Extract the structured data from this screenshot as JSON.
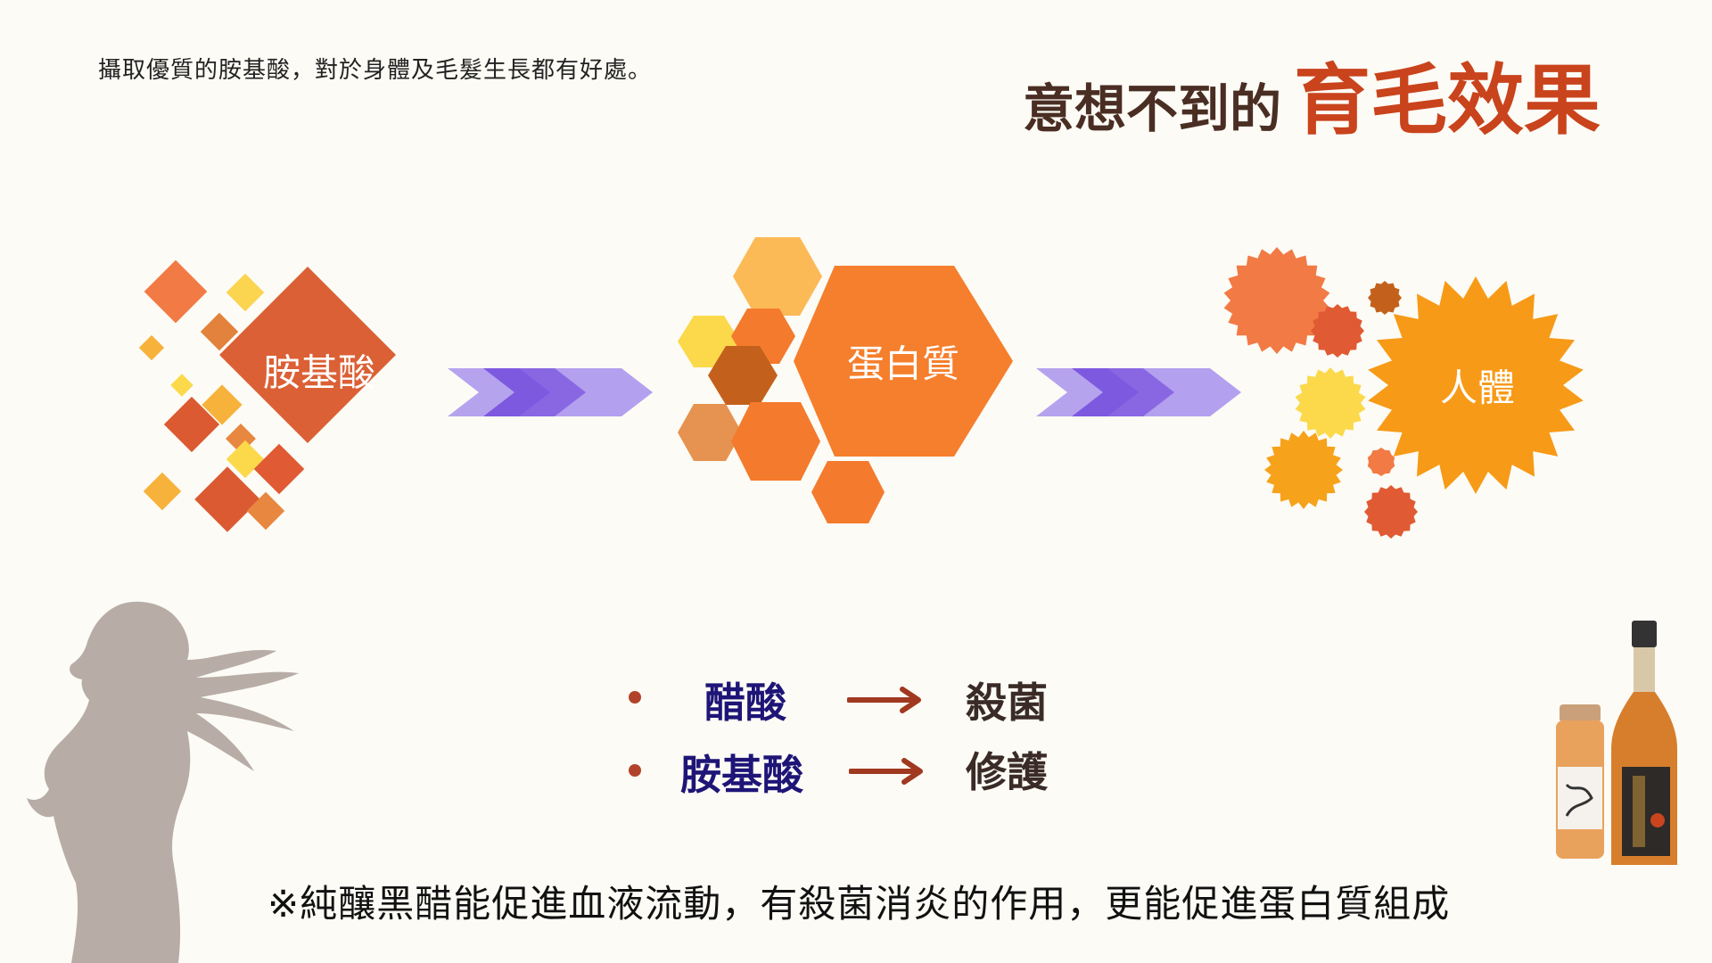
{
  "intro_text": "攝取優質的胺基酸，對於身體及毛髮生長都有好處。",
  "headline": {
    "prefix": "意想不到的",
    "emphasis": "育毛效果"
  },
  "flow": {
    "nodes": [
      {
        "label": "胺基酸",
        "color": "#db6035"
      },
      {
        "label": "蛋白質",
        "color": "#f57f2d"
      },
      {
        "label": "人體",
        "color": "#f79a17"
      }
    ],
    "arrow_color": "#7a5ad8"
  },
  "effects": [
    {
      "substance": "醋酸",
      "effect": "殺菌"
    },
    {
      "substance": "胺基酸",
      "effect": "修護"
    }
  ],
  "footnote": "※純釀黑醋能促進血液流動，有殺菌消炎的作用，更能促進蛋白質組成",
  "colors": {
    "headline_dark": "#4a2e23",
    "headline_accent": "#c9431c",
    "effect_substance": "#1e1577",
    "effect_arrow": "#a0391f",
    "silhouette": "#b8aca6"
  }
}
